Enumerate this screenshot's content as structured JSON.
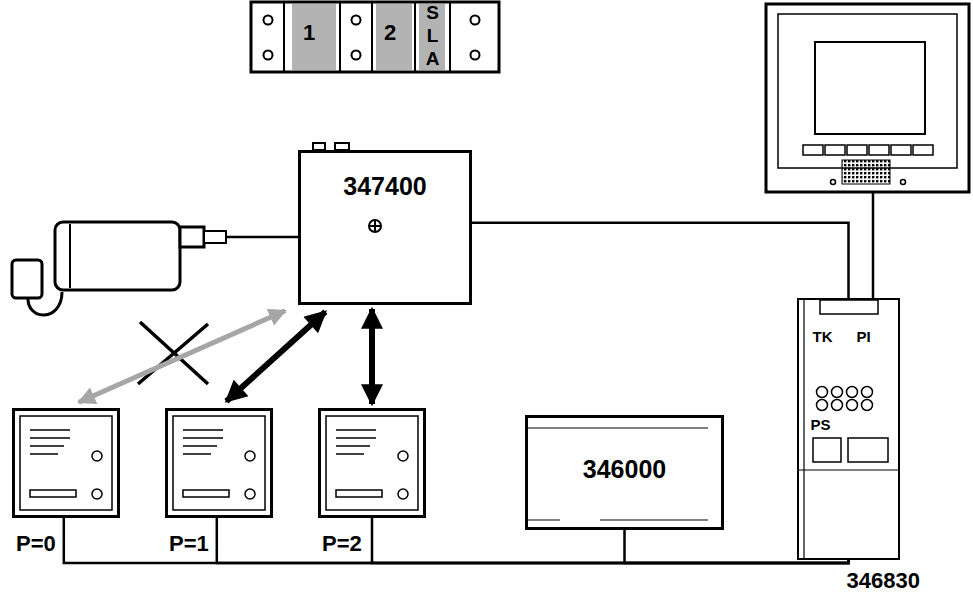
{
  "diagram": {
    "nodes": [
      {
        "text": [
          "347400"
        ]
      },
      {
        "text": [
          "P=0"
        ]
      },
      {
        "text": [
          "P=1"
        ]
      },
      {
        "text": [
          "P=2"
        ]
      },
      {
        "text": [
          "346000"
        ]
      },
      {
        "text": [
          "TK",
          "PI",
          "PS",
          "346830"
        ]
      }
    ],
    "edges": [
      {
        "from": 0,
        "to": 5,
        "arrow": "none"
      },
      {
        "from": 0,
        "to": 1,
        "arrow": "both"
      },
      {
        "from": 0,
        "to": 2,
        "arrow": "both"
      },
      {
        "from": 0,
        "to": 3,
        "arrow": "both"
      },
      {
        "from": 1,
        "to": 5,
        "arrow": "none"
      },
      {
        "from": 2,
        "to": 5,
        "arrow": "none"
      },
      {
        "from": 3,
        "to": 5,
        "arrow": "none"
      },
      {
        "from": 4,
        "to": 5,
        "arrow": "none"
      }
    ],
    "labels": [
      "1",
      "2",
      "SLA"
    ]
  }
}
